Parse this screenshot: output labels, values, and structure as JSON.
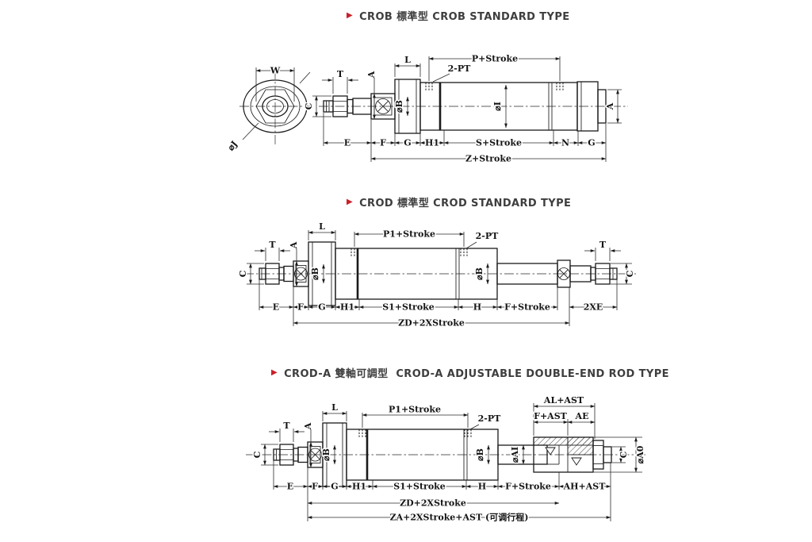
{
  "page": {
    "background": "#ffffff",
    "line_color": "#1a1a1a",
    "accent_color": "#c8202a",
    "marker_glyph": "▶"
  },
  "sections": {
    "crob": {
      "title": "CROB 標準型 CROB STANDARD TYPE",
      "dims": {
        "W": "W",
        "J": "⌀J",
        "T": "T",
        "C": "C",
        "A1": "A",
        "L": "L",
        "B": "⌀B",
        "PT": "2-PT",
        "P": "P+Stroke",
        "I": "⌀I",
        "A2": "A",
        "E": "E",
        "F": "F",
        "G1": "G",
        "H1": "H1",
        "S": "S+Stroke",
        "N": "N",
        "G2": "G",
        "Z": "Z+Stroke"
      }
    },
    "crod": {
      "title": "CROD 標準型 CROD STANDARD TYPE",
      "dims": {
        "T1": "T",
        "C1": "C",
        "A": "A",
        "L": "L",
        "B1": "⌀B",
        "P1": "P1+Stroke",
        "PT": "2-PT",
        "B2": "⌀B",
        "T2": "T",
        "C2": "C",
        "E": "E",
        "F": "F",
        "G": "G",
        "H1": "H1",
        "S1": "S1+Stroke",
        "H": "H",
        "FS": "F+Stroke",
        "XE": "2XE",
        "ZD": "ZD+2XStroke"
      }
    },
    "croda": {
      "title": "CROD-A 雙軸可調型  CROD-A ADJUSTABLE DOUBLE-END ROD TYPE",
      "dims": {
        "T": "T",
        "C1": "C",
        "A": "A",
        "L": "L",
        "B1": "⌀B",
        "P1": "P1+Stroke",
        "PT": "2-PT",
        "B2": "⌀B",
        "AI": "⌀AI",
        "AL": "AL+AST",
        "FA": "F+AST",
        "AE": "AE",
        "C2": "C",
        "A0": "⌀A0",
        "E": "E",
        "F": "F",
        "G": "G",
        "H1": "H1",
        "S1": "S1+Stroke",
        "H": "H",
        "FS": "F+Stroke",
        "AH": "AH+AST",
        "ZD": "ZD+2XStroke",
        "ZA": "ZA+2XStroke+AST (可调行程)"
      }
    }
  }
}
